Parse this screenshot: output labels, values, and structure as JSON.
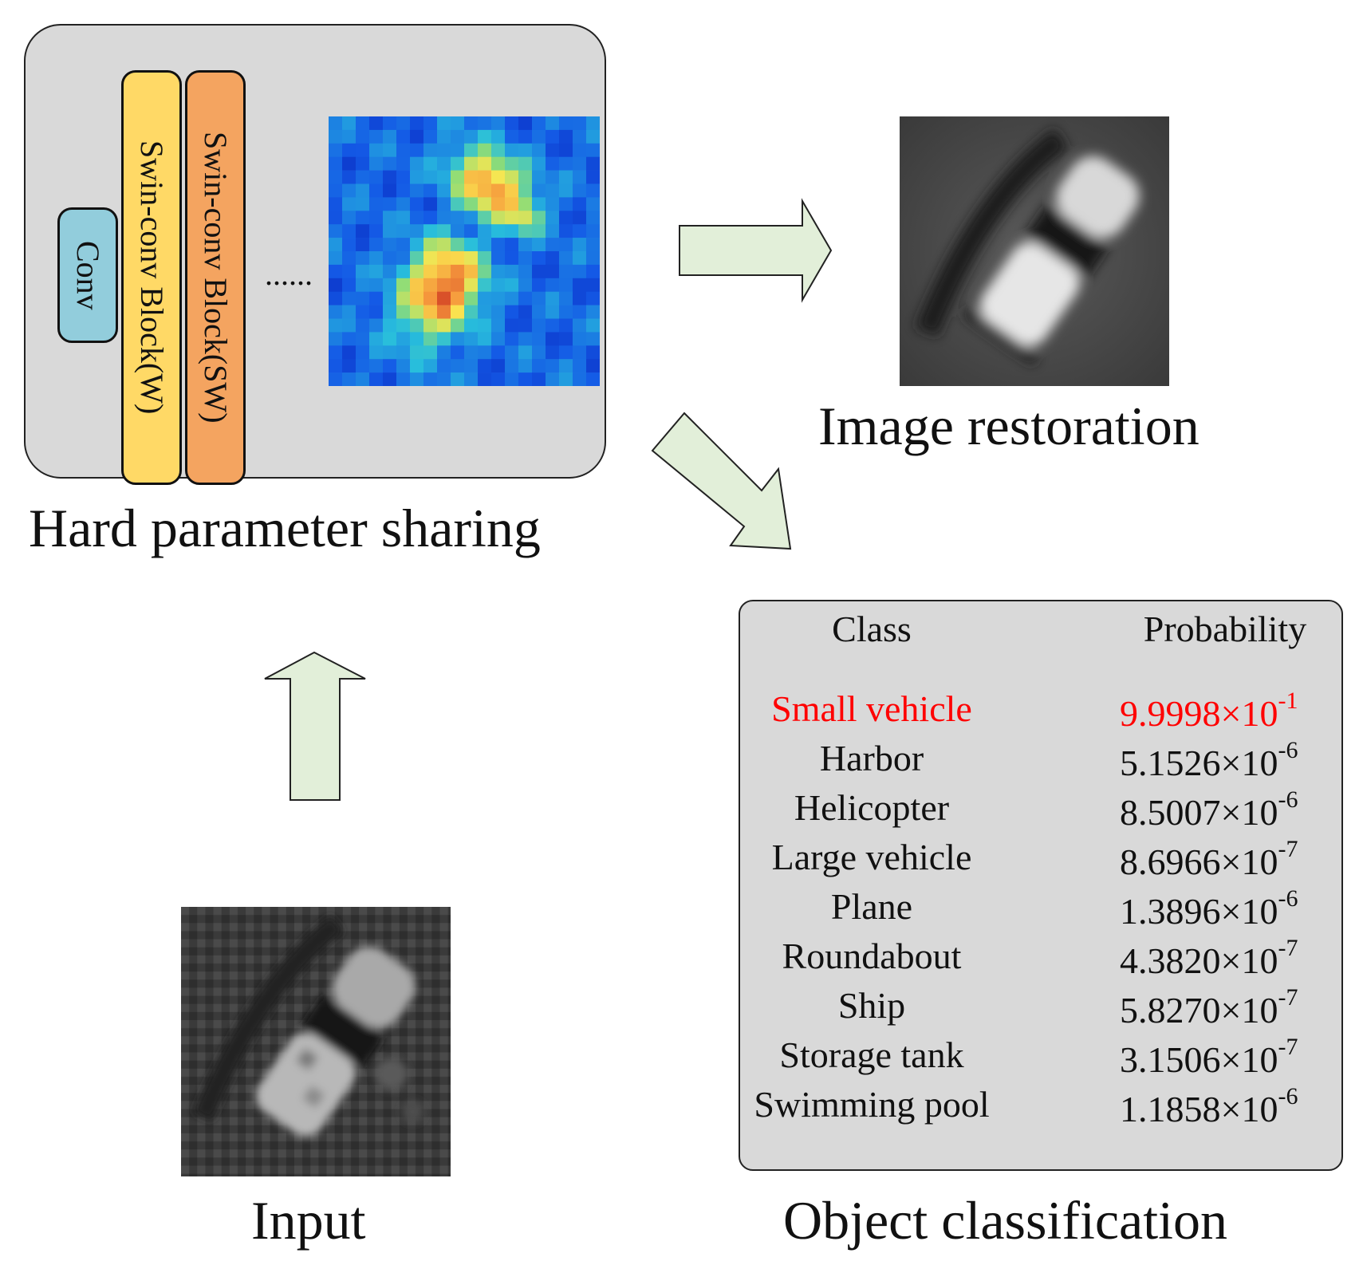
{
  "sharing": {
    "conv_label": "Conv",
    "swin_w_label": "Swin-conv Block(W)",
    "swin_sw_label": "Swin-conv Block(SW)",
    "ellipsis": "......",
    "caption": "Hard parameter sharing"
  },
  "restoration": {
    "caption": "Image restoration"
  },
  "input": {
    "caption": "Input"
  },
  "classification": {
    "caption": "Object classification",
    "headers": {
      "class": "Class",
      "probability": "Probability"
    },
    "times_symbol": "×10",
    "rows": [
      {
        "class": "Small vehicle",
        "mantissa": "9.9998",
        "exponent": "-1",
        "highlighted": true
      },
      {
        "class": "Harbor",
        "mantissa": "5.1526",
        "exponent": "-6",
        "highlighted": false
      },
      {
        "class": "Helicopter",
        "mantissa": "8.5007",
        "exponent": "-6",
        "highlighted": false
      },
      {
        "class": "Large vehicle",
        "mantissa": "8.6966",
        "exponent": "-7",
        "highlighted": false
      },
      {
        "class": "Plane",
        "mantissa": "1.3896",
        "exponent": "-6",
        "highlighted": false
      },
      {
        "class": "Roundabout",
        "mantissa": "4.3820",
        "exponent": "-7",
        "highlighted": false
      },
      {
        "class": "Ship",
        "mantissa": "5.8270",
        "exponent": "-7",
        "highlighted": false
      },
      {
        "class": "Storage tank",
        "mantissa": "3.1506",
        "exponent": "-7",
        "highlighted": false
      },
      {
        "class": "Swimming pool",
        "mantissa": "1.1858",
        "exponent": "-6",
        "highlighted": false
      }
    ]
  },
  "colors": {
    "panel_bg": "#d9d9d9",
    "conv_block": "#92cddc",
    "swin_w_block": "#ffd966",
    "swin_sw_block": "#f4a460",
    "arrow_fill": "#e2efd9",
    "highlight_text": "#ff0000"
  }
}
